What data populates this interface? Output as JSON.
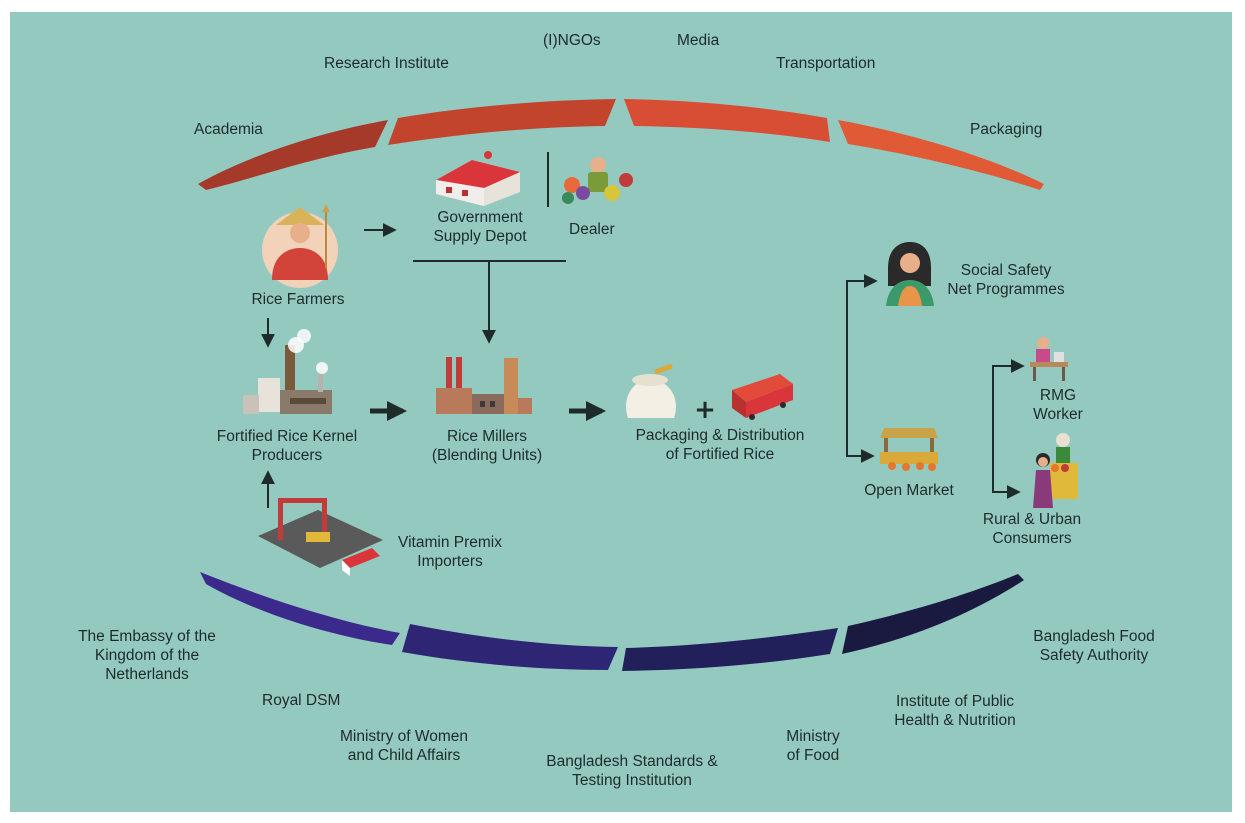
{
  "stakeholders_top": {
    "academia": "Academia",
    "research_institute": "Research Institute",
    "ingos": "(I)NGOs",
    "media": "Media",
    "transportation": "Transportation",
    "packaging": "Packaging"
  },
  "stakeholders_bottom": {
    "embassy": [
      "The Embassy of the",
      "Kingdom of the",
      "Netherlands"
    ],
    "royal_dsm": "Royal DSM",
    "ministry_women": [
      "Ministry of Women",
      "and Child Affairs"
    ],
    "bsti": [
      "Bangladesh Standards &",
      "Testing Institution"
    ],
    "ministry_food": [
      "Ministry",
      "of Food"
    ],
    "iphn": [
      "Institute of Public",
      "Health & Nutrition"
    ],
    "bfsa": [
      "Bangladesh Food",
      "Safety Authority"
    ]
  },
  "flow": {
    "rice_farmers": "Rice Farmers",
    "gov_depot": [
      "Government",
      "Supply Depot"
    ],
    "dealer": "Dealer",
    "frk_producers": [
      "Fortified Rice Kernel",
      "Producers"
    ],
    "vitamin_importers": [
      "Vitamin Premix",
      "Importers"
    ],
    "rice_millers": [
      "Rice Millers",
      "(Blending Units)"
    ],
    "packaging_distribution": [
      "Packaging & Distribution",
      "of Fortified Rice"
    ],
    "plus_sign": "+",
    "social_safety": [
      "Social Safety",
      "Net Programmes"
    ],
    "open_market": "Open Market",
    "rmg_worker": [
      "RMG",
      "Worker"
    ],
    "consumers": [
      "Rural & Urban",
      "Consumers"
    ]
  },
  "colors": {
    "background": "#94c9c0",
    "top_arc": [
      "#a63a2a",
      "#c2442d",
      "#d84e34",
      "#e05a36"
    ],
    "bottom_arc": [
      "#3b2a8c",
      "#2f2575",
      "#22205a",
      "#1a1a40"
    ],
    "text": "#1e2b2a",
    "arrow": "#1e2b2a"
  },
  "icons": [
    "farmer-icon",
    "depot-icon",
    "dealer-icon",
    "factory-icon",
    "mill-icon",
    "rice-sack-icon",
    "truck-icon",
    "woman-icon",
    "market-stall-icon",
    "sewing-worker-icon",
    "shop-consumer-icon",
    "port-icon"
  ]
}
